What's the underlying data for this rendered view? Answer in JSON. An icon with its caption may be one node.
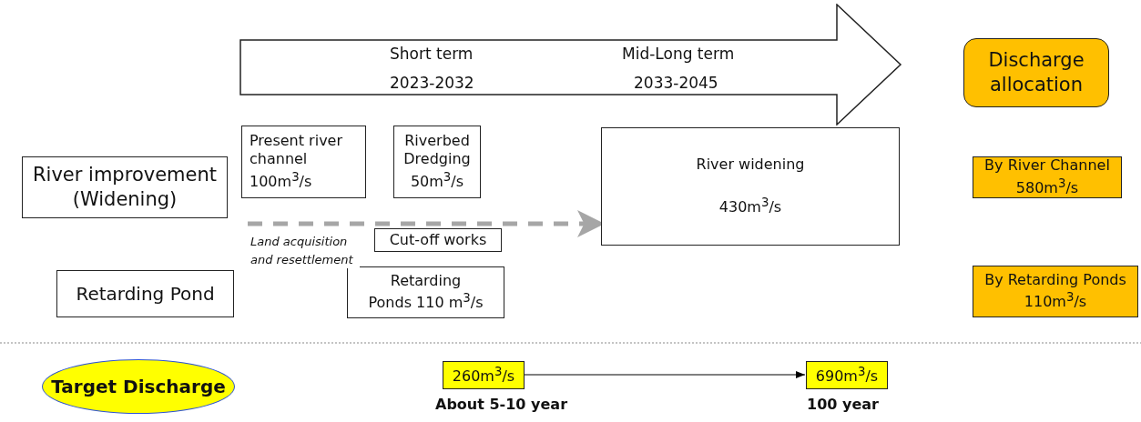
{
  "diagram": {
    "nodes": [
      {
        "text": [
          "Short term",
          "2023-2032",
          "Mid-Long term",
          "2033-2045"
        ]
      },
      {
        "text": [
          "Discharge allocation"
        ]
      },
      {
        "text": [
          "River improvement (Widening)"
        ]
      },
      {
        "text": [
          "Present river channel 100m$^{3}$/s"
        ]
      },
      {
        "text": [
          "Riverbed Dredging 50m$^{3}$/s"
        ]
      },
      {
        "text": [
          "River widening",
          "430m$^{3}$/s"
        ]
      },
      {
        "text": [
          "By River Channel 580m$^{3}$/s"
        ]
      },
      {
        "text": [
          "Cut-off works"
        ]
      },
      {
        "text": [
          "Retarding Pond"
        ]
      },
      {
        "text": [
          "Retarding Ponds 110 m$^{3}$/s"
        ]
      },
      {
        "text": [
          "By Retarding Ponds 110m$^{3}$/s"
        ]
      },
      {
        "text": [
          "Target Discharge"
        ]
      },
      {
        "text": [
          "260m$^{3}$/s"
        ],
        "beside": [
          "About 5-10 year"
        ]
      },
      {
        "text": [
          "690m$^{3}$/s"
        ],
        "beside": [
          "100 year"
        ]
      }
    ],
    "edges": [
      {
        "from": null,
        "to": 5,
        "arrow": "to",
        "label": "Land acquisition and resettlement",
        "style": "dashed",
        "color": "#a6a6a6"
      },
      {
        "from": 12,
        "to": 13,
        "arrow": "to",
        "color": "#000000"
      }
    ]
  }
}
